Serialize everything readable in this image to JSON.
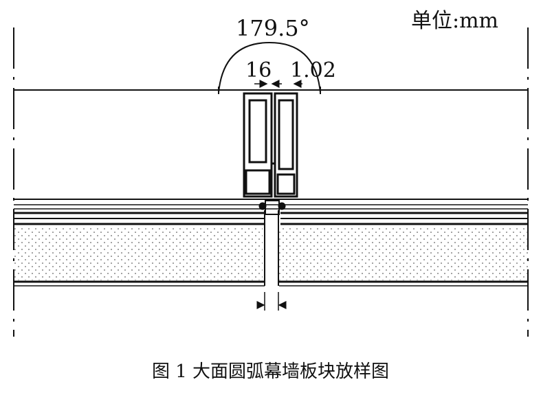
{
  "diagram": {
    "unit_label": "单位:mm",
    "angle_label": "179.5°",
    "dim_left_label": "16",
    "dim_right_label": "1.02",
    "caption": "图 1 大面圆弧幕墙板块放样图"
  }
}
